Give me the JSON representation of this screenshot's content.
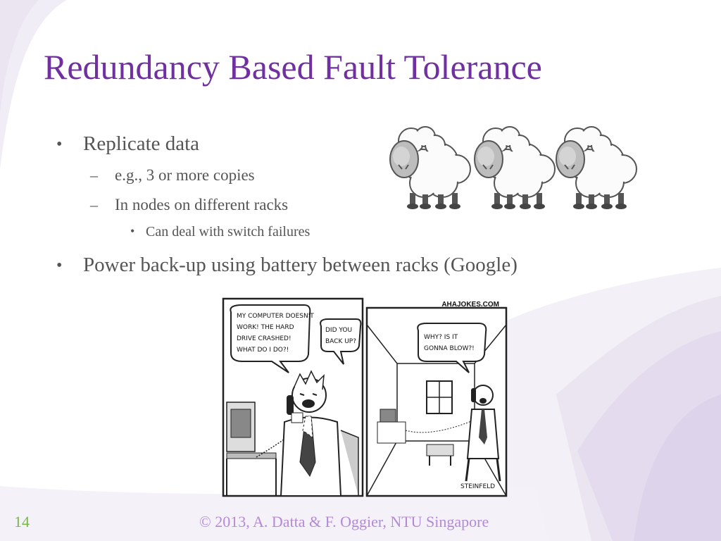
{
  "slide": {
    "title": "Redundancy Based Fault Tolerance",
    "bullets": [
      {
        "marker": "•",
        "text": "Replicate data"
      },
      {
        "marker": "–",
        "text": "e.g., 3 or more copies"
      },
      {
        "marker": "–",
        "text": "In nodes on different racks"
      },
      {
        "marker": "•",
        "text": "Can deal with switch failures"
      },
      {
        "marker": "•",
        "text": "Power back-up using battery between racks (Google)"
      }
    ]
  },
  "comic": {
    "watermark": "AHAJOKES.COM",
    "bubble1": [
      "MY COMPUTER DOESN'T",
      "WORK! THE HARD",
      "DRIVE CRASHED!",
      "WHAT DO I DO?!"
    ],
    "bubble2": [
      "DID YOU",
      "BACK UP?"
    ],
    "bubble3": [
      "WHY? IS IT",
      "GONNA BLOW?!"
    ],
    "signature": "STEINFELD"
  },
  "footer": {
    "page_number": "14",
    "copyright": "© 2013, A. Datta & F. Oggier, NTU Singapore"
  },
  "colors": {
    "title": "#7030a0",
    "body_text": "#555555",
    "page_number": "#7ab648",
    "footer_text": "#b48ad6",
    "background_swoosh": "#e9e3f1"
  }
}
